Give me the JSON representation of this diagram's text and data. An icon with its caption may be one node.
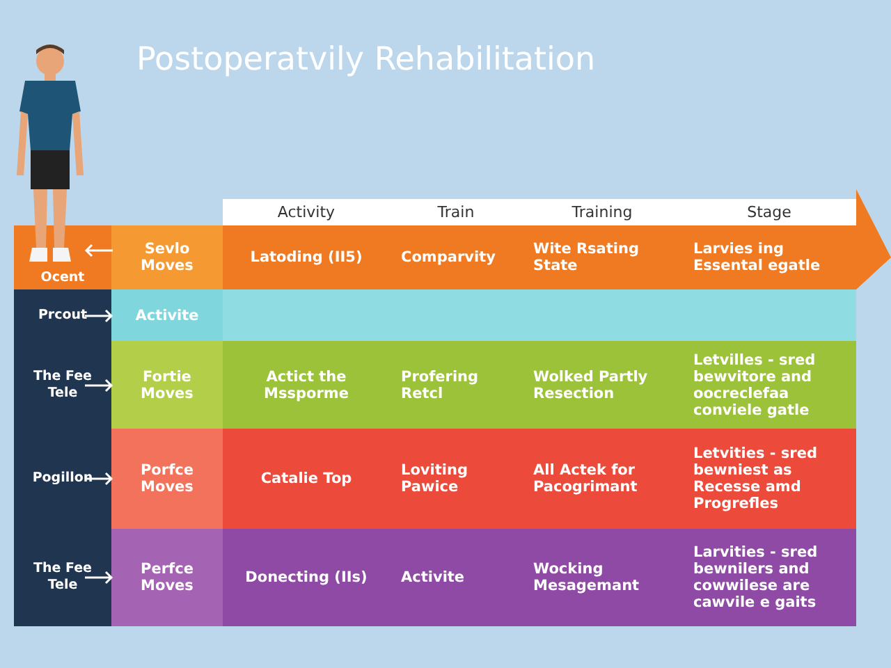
{
  "diagram": {
    "title": "Postoperatvily Rehabilitation",
    "labels": [
      "Activity",
      "Train",
      "Training",
      "Stage",
      "Ocent",
      "Sevlo Moves",
      "Latoding (II5)",
      "Comparvity",
      "Wite Rsating State",
      "Larvies ing Essental egatle",
      "Prcout",
      "Activite",
      "The Fee Tele",
      "Fortie Moves",
      "Actict the Mssporme",
      "Profering Retcl",
      "Wolked Partly Resection",
      "Letvilles - sred bewvitore and oocreclefaa conviele gatle",
      "Pogillon",
      "Porfce Moves",
      "Catalie Top",
      "Loviting Pawice",
      "All Actek for Pacogrimant",
      "Letvities - sred bewniest as Recesse amd Progrefles",
      "The Fee Tele",
      "Perfce Moves",
      "Donecting (IIs)",
      "Activite",
      "Wocking Mesagemant",
      "Larvities - sred bewnilers and cowwilese are cawvile e gaits"
    ]
  }
}
